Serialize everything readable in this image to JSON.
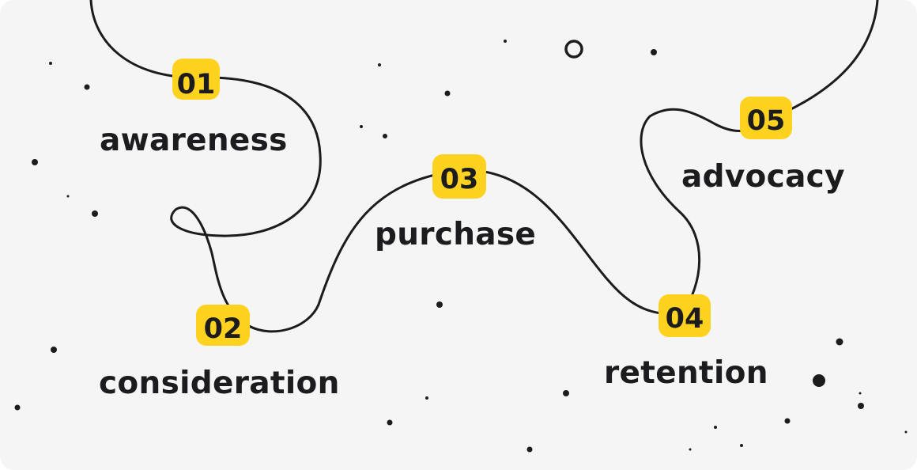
{
  "diagram": {
    "stages": [
      {
        "number": "01",
        "label": "awareness"
      },
      {
        "number": "02",
        "label": "consideration"
      },
      {
        "number": "03",
        "label": "purchase"
      },
      {
        "number": "04",
        "label": "retention"
      },
      {
        "number": "05",
        "label": "advocacy"
      }
    ]
  },
  "colors": {
    "background": "#f5f5f5",
    "badge": "#ffd21f",
    "line": "#1c1c1f",
    "text": "#1c1c1f"
  }
}
